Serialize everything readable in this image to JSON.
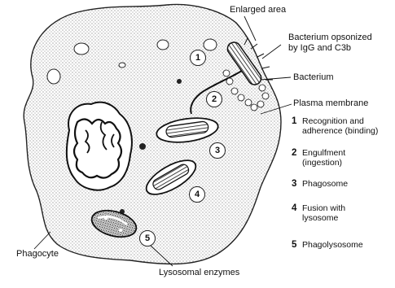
{
  "labels": {
    "enlarged_area": "Enlarged area",
    "bacterium_opsonized_1": "Bacterium opsonized",
    "bacterium_opsonized_2": "by IgG and C3b",
    "bacterium": "Bacterium",
    "plasma_membrane": "Plasma membrane",
    "phagocyte": "Phagocyte",
    "lysosomal_enzymes": "Lysosomal enzymes"
  },
  "steps": [
    {
      "num": "1",
      "line1": "Recognition and",
      "line2": "adherence (binding)"
    },
    {
      "num": "2",
      "line1": "Engulfment",
      "line2": "(ingestion)"
    },
    {
      "num": "3",
      "line1": "Phagosome",
      "line2": ""
    },
    {
      "num": "4",
      "line1": "Fusion with",
      "line2": "lysosome"
    },
    {
      "num": "5",
      "line1": "Phagolysosome",
      "line2": ""
    }
  ],
  "colors": {
    "ink": "#111111",
    "stipple": "#555555",
    "paper": "#ffffff"
  }
}
